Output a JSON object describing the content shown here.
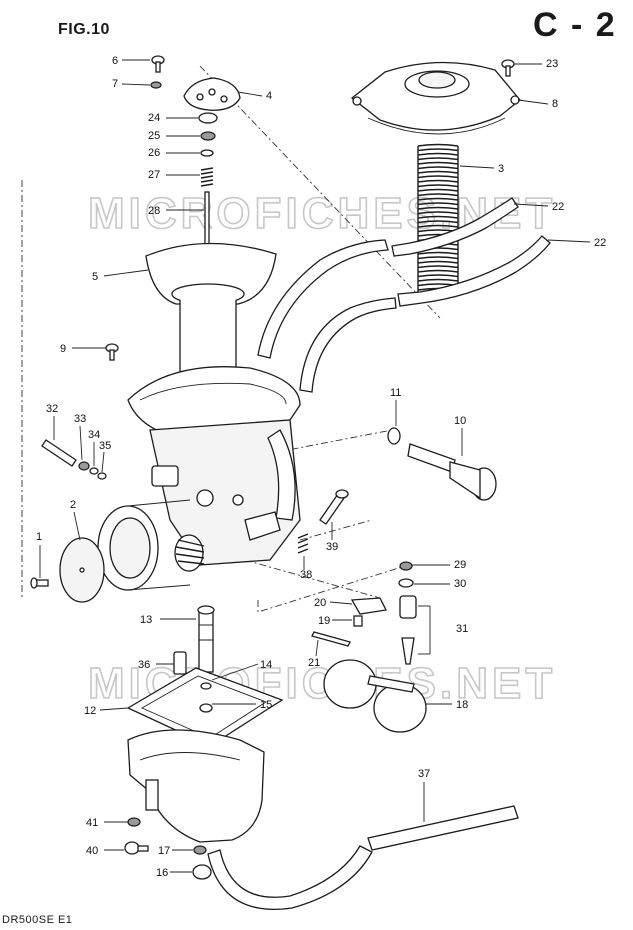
{
  "header": {
    "figure_label": "FIG.10",
    "page_code": "C - 2"
  },
  "footer": {
    "model_code": "DR500SE E1"
  },
  "watermark": {
    "text": "MICROFICHES.NET"
  },
  "callouts": [
    {
      "id": "1",
      "label": "1"
    },
    {
      "id": "2",
      "label": "2"
    },
    {
      "id": "3",
      "label": "3"
    },
    {
      "id": "4",
      "label": "4"
    },
    {
      "id": "5",
      "label": "5"
    },
    {
      "id": "6",
      "label": "6"
    },
    {
      "id": "7",
      "label": "7"
    },
    {
      "id": "8",
      "label": "8"
    },
    {
      "id": "9",
      "label": "9"
    },
    {
      "id": "10",
      "label": "10"
    },
    {
      "id": "11",
      "label": "11"
    },
    {
      "id": "12",
      "label": "12"
    },
    {
      "id": "13",
      "label": "13"
    },
    {
      "id": "14",
      "label": "14"
    },
    {
      "id": "15",
      "label": "15"
    },
    {
      "id": "16",
      "label": "16"
    },
    {
      "id": "17",
      "label": "17"
    },
    {
      "id": "18",
      "label": "18"
    },
    {
      "id": "19",
      "label": "19"
    },
    {
      "id": "20",
      "label": "20"
    },
    {
      "id": "21",
      "label": "21"
    },
    {
      "id": "22a",
      "label": "22"
    },
    {
      "id": "22b",
      "label": "22"
    },
    {
      "id": "23",
      "label": "23"
    },
    {
      "id": "24",
      "label": "24"
    },
    {
      "id": "25",
      "label": "25"
    },
    {
      "id": "26",
      "label": "26"
    },
    {
      "id": "27",
      "label": "27"
    },
    {
      "id": "28",
      "label": "28"
    },
    {
      "id": "29",
      "label": "29"
    },
    {
      "id": "30",
      "label": "30"
    },
    {
      "id": "31",
      "label": "31"
    },
    {
      "id": "32",
      "label": "32"
    },
    {
      "id": "33",
      "label": "33"
    },
    {
      "id": "34",
      "label": "34"
    },
    {
      "id": "35",
      "label": "35"
    },
    {
      "id": "36",
      "label": "36"
    },
    {
      "id": "37",
      "label": "37"
    },
    {
      "id": "38",
      "label": "38"
    },
    {
      "id": "39",
      "label": "39"
    },
    {
      "id": "40",
      "label": "40"
    },
    {
      "id": "41",
      "label": "41"
    }
  ]
}
